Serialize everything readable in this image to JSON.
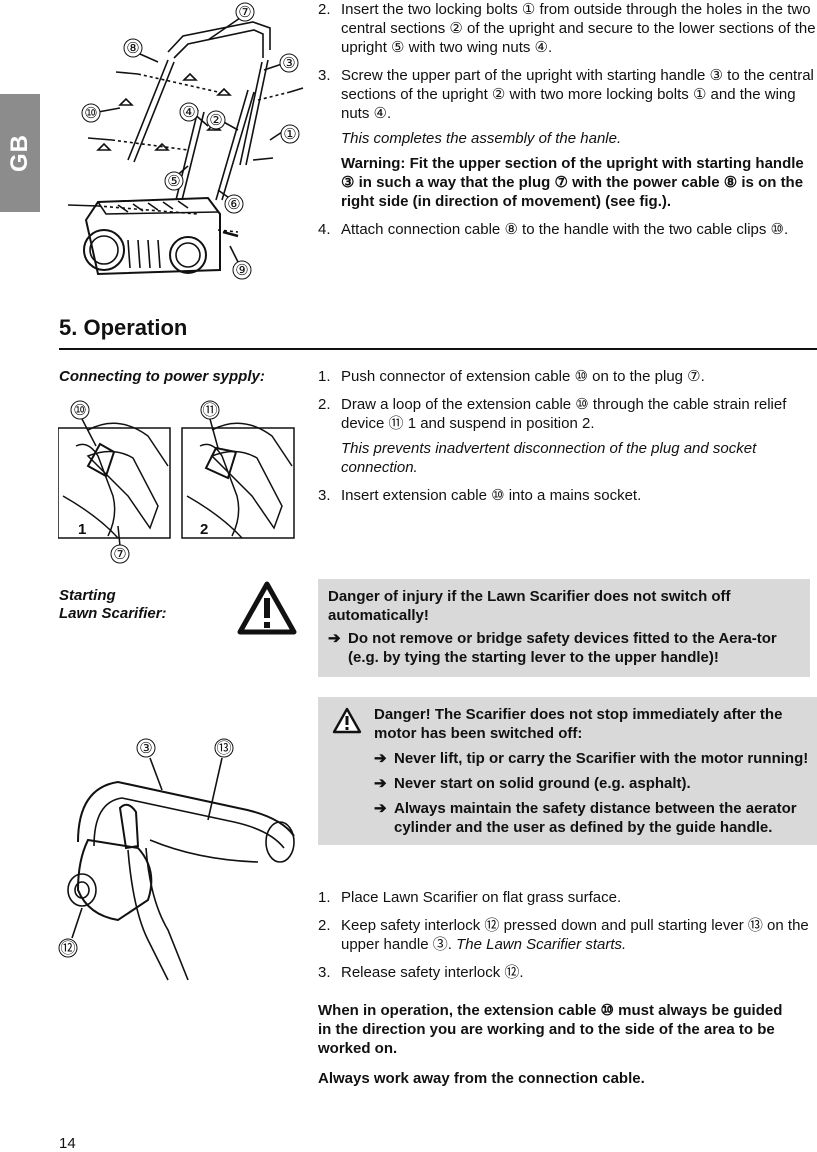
{
  "side_tab": "GB",
  "assembly_steps": [
    {
      "num": "2.",
      "text": "Insert the two locking bolts ① from outside through the holes in the two central sections ② of the upright and secure to the lower sections of the upright ⑤ with two wing nuts ④."
    },
    {
      "num": "3.",
      "text": "Screw the upper part of the upright with starting handle ③ to the central sections of the upright ② with two more locking bolts ① and the wing nuts ④.",
      "note": "This completes the assembly of the hanle.",
      "warning": "Warning: Fit the upper section of the upright with starting handle ③ in such a way that the plug ⑦ with the power cable ⑧ is on the right side (in direction of movement) (see fig.)."
    },
    {
      "num": "4.",
      "text": "Attach connection cable ⑧ to the handle with the two cable clips ⑩."
    }
  ],
  "figure1_labels": [
    "⑦",
    "⑧",
    "③",
    "⑩",
    "④",
    "②",
    "①",
    "⑤",
    "⑥",
    "⑨"
  ],
  "section_title": "5. Operation",
  "power": {
    "label": "Connecting to power sypply:",
    "fig_labels": {
      "a": "⑩",
      "b": "⑪",
      "c": "⑦",
      "pos1": "1",
      "pos2": "2"
    },
    "steps": [
      {
        "num": "1.",
        "text": "Push connector of extension cable ⑩ on to the plug ⑦."
      },
      {
        "num": "2.",
        "text": "Draw a loop of the  extension cable ⑩ through the cable strain relief device ⑪ 1 and suspend in position 2.",
        "note": "This prevents inadvertent disconnection of the plug and socket connection."
      },
      {
        "num": "3.",
        "text": "Insert extension cable ⑩ into a mains socket."
      }
    ]
  },
  "starting": {
    "label_line1": "Starting",
    "label_line2": "Lawn Scarifier:",
    "danger1_title": "Danger of injury if the Lawn Scarifier does not switch off automatically!",
    "danger1_bullet": "Do not remove or bridge safety devices fitted to the Aera-tor (e.g. by tying the starting lever to the upper handle)!",
    "danger2_title": "Danger! The Scarifier does not stop immediately after the motor has been switched off:",
    "danger2_bullets": [
      "Never lift, tip or carry the Scarifier with the motor running!",
      "Never start on solid ground (e.g. asphalt).",
      "Always maintain the safety distance between the aerator cylinder and the user as defined by the guide handle."
    ],
    "fig_labels": {
      "a": "③",
      "b": "⑬",
      "c": "⑫"
    },
    "steps": [
      {
        "num": "1.",
        "text": "Place Lawn Scarifier on flat grass surface."
      },
      {
        "num": "2.",
        "text": "Keep safety interlock ⑫ pressed down and pull starting lever ⑬ on the upper handle ③.",
        "italic": "The Lawn Scarifier starts."
      },
      {
        "num": "3.",
        "text": "Release safety interlock ⑫."
      }
    ],
    "final1": "When in operation, the extension cable ⑩ must always be guided in the direction you are working and to the side of the area to be worked on.",
    "final2": "Always work away from the connection cable."
  },
  "page_number": "14"
}
